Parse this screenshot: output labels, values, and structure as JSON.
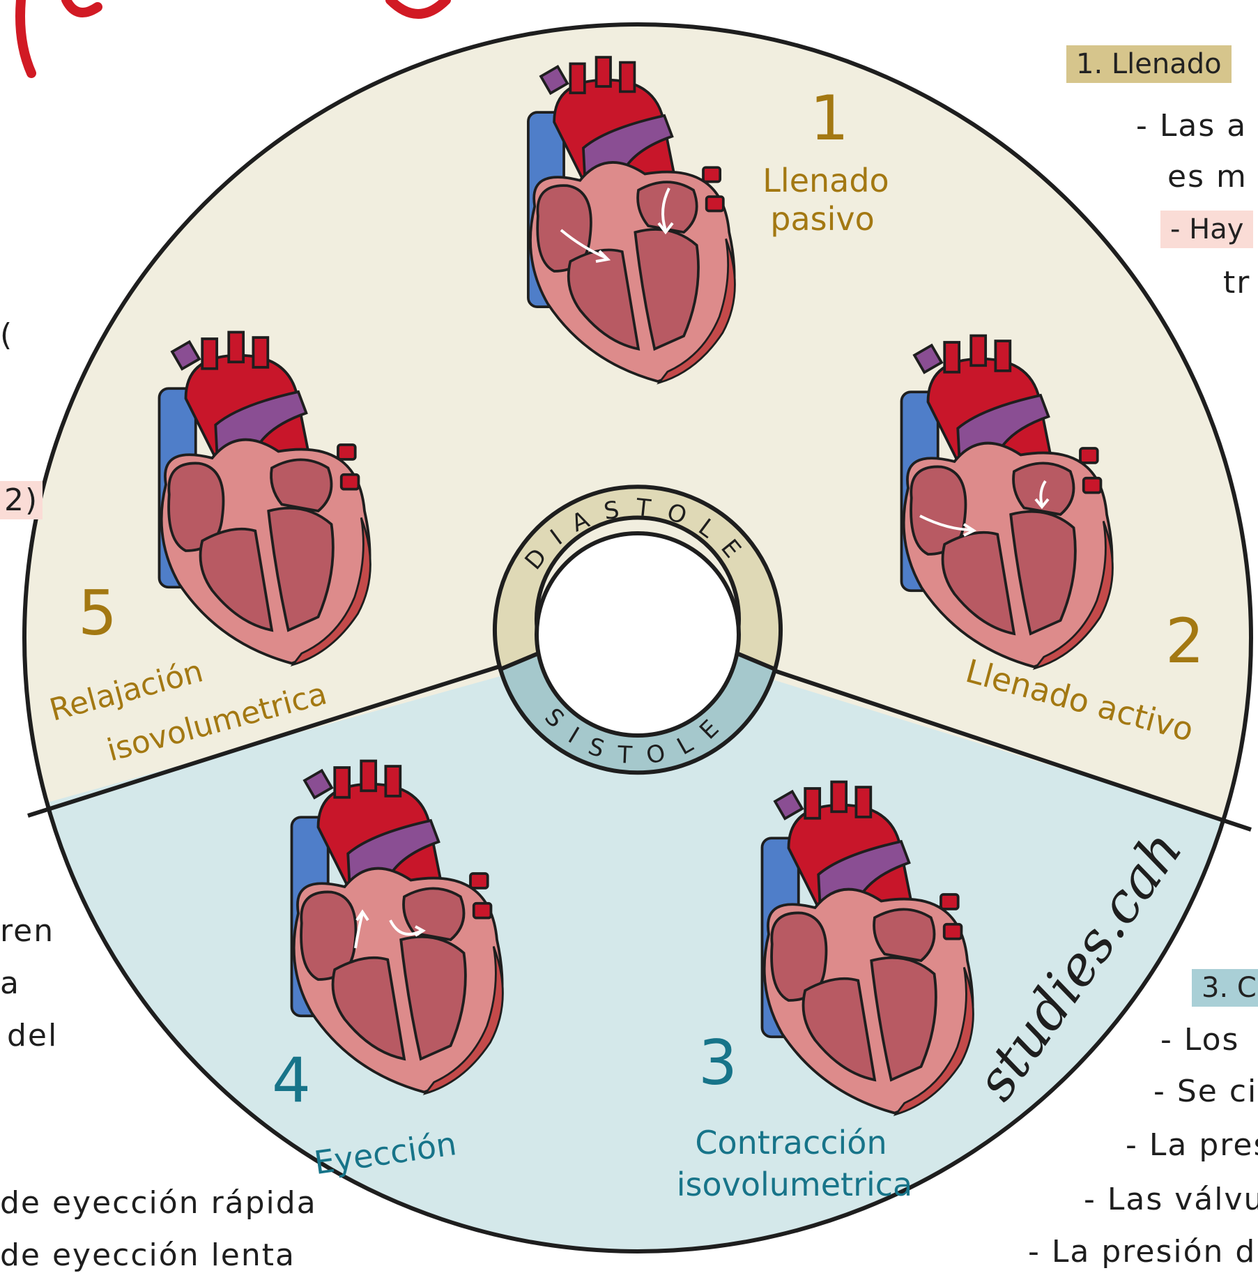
{
  "colors": {
    "diastole_bg": "#f1eedf",
    "systole_bg": "#d4e8ea",
    "diastole_ring": "#dfd9b6",
    "systole_ring": "#a5c8cc",
    "diastole_text": "#a37812",
    "systole_text": "#177489",
    "title_red": "#d11a24",
    "tag_gold": "#d6c58c",
    "tag_pink": "#fadcd6",
    "tag_blue": "#a9cfd6"
  },
  "ring": {
    "top_label": "DIASTOLE",
    "bottom_label": "SISTOLE"
  },
  "phases": [
    {
      "number": "1",
      "line1": "Llenado",
      "line2": "pasivo"
    },
    {
      "number": "2",
      "line1": "Llenado activo",
      "line2": ""
    },
    {
      "number": "3",
      "line1": "Contracción",
      "line2": "isovolumetrica"
    },
    {
      "number": "4",
      "line1": "Eyección",
      "line2": ""
    },
    {
      "number": "5",
      "line1": "Relajación",
      "line2": "isovolumetrica"
    }
  ],
  "watermark": "studies.cah",
  "right_notes": {
    "tag1": "1. Llenado",
    "l1": "- Las a",
    "l2": "es m",
    "tag_hay": "- Hay",
    "l3": "tr",
    "tag3": "3. C",
    "l4": "- Los",
    "l5": "- Se ci",
    "l6": "- La pres",
    "l7": "- Las válvu",
    "l8": "- La presión d"
  },
  "left_notes": {
    "l1": "(",
    "l2": "2)",
    "l3": "ren",
    "l4": "a",
    "l5": "del",
    "l6": "de eyección rápida",
    "l7": "de eyección lenta"
  }
}
